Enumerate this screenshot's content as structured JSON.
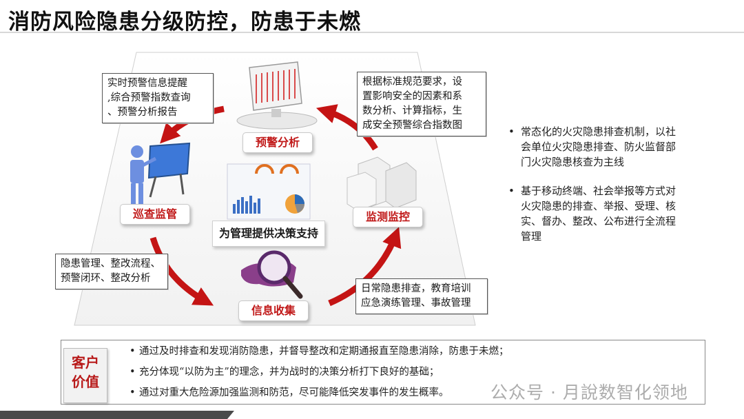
{
  "title": "消防风险隐患分级防控，防患于未燃",
  "cycle": {
    "nodes": {
      "top": "预警分析",
      "left": "巡查监管",
      "right": "监测监控",
      "bottom": "信息收集"
    },
    "center": "为管理提供决策支持",
    "notes": {
      "top_left": [
        "实时预警信息提醒",
        ",综合预警指数查询",
        "、预警分析报告"
      ],
      "top_right": [
        "根据标准规范要求，设",
        "置影响安全的因素和系",
        "数分析、计算指标，生",
        "成安全预警综合指数图"
      ],
      "bottom_left": [
        "隐患管理、整改流程、",
        "预警闭环、整改分析"
      ],
      "bottom_right": [
        "日常隐患排查，教育培训",
        "应急演练管理、事故管理"
      ]
    }
  },
  "bullets": [
    [
      "常态化的火灾隐患排查机制，以社",
      "会单位火灾隐患排查、防火监督部",
      "门火灾隐患核查为主线"
    ],
    [
      "基于移动终端、社会举报等方式对",
      "火灾隐患的排查、举报、受理、核",
      "实、督办、整改、公布进行全流程",
      "管理"
    ]
  ],
  "customer_value": {
    "label_line1": "客户",
    "label_line2": "价值",
    "items": [
      "通过及时排查和发现消防隐患，并督导整改和定期通报直至隐患消除，防患于未燃；",
      "充分体现“以防为主”的理念，并为战时的决策分析打下良好的基础；",
      "通过对重大危险源加强监测和防范，尽可能降低突发事件的发生概率。"
    ]
  },
  "watermark": "公众号 · 月說数智化领地",
  "colors": {
    "accent_red": "#c01818",
    "arrow_red": "#c41414"
  }
}
